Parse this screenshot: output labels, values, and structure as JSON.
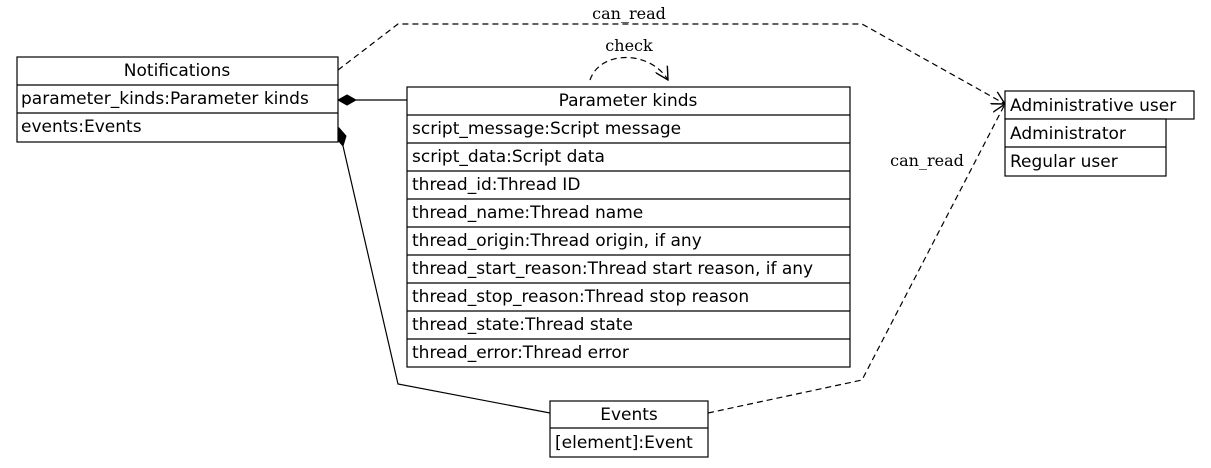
{
  "diagram": {
    "classes": {
      "notifications": {
        "title": "Notifications",
        "attributes": [
          "parameter_kinds:Parameter kinds",
          "events:Events"
        ]
      },
      "parameter_kinds": {
        "title": "Parameter kinds",
        "attributes": [
          "script_message:Script message",
          "script_data:Script data",
          "thread_id:Thread ID",
          "thread_name:Thread name",
          "thread_origin:Thread origin, if any",
          "thread_start_reason:Thread start reason, if any",
          "thread_stop_reason:Thread stop reason",
          "thread_state:Thread state",
          "thread_error:Thread error"
        ]
      },
      "administrative_user": {
        "title": "Administrative user",
        "attributes": [
          "Administrator",
          "Regular user"
        ]
      },
      "events": {
        "title": "Events",
        "attributes": [
          "[element]:Event"
        ]
      }
    },
    "edge_labels": {
      "can_read_top": "can_read",
      "check": "check",
      "can_read_right": "can_read"
    }
  }
}
